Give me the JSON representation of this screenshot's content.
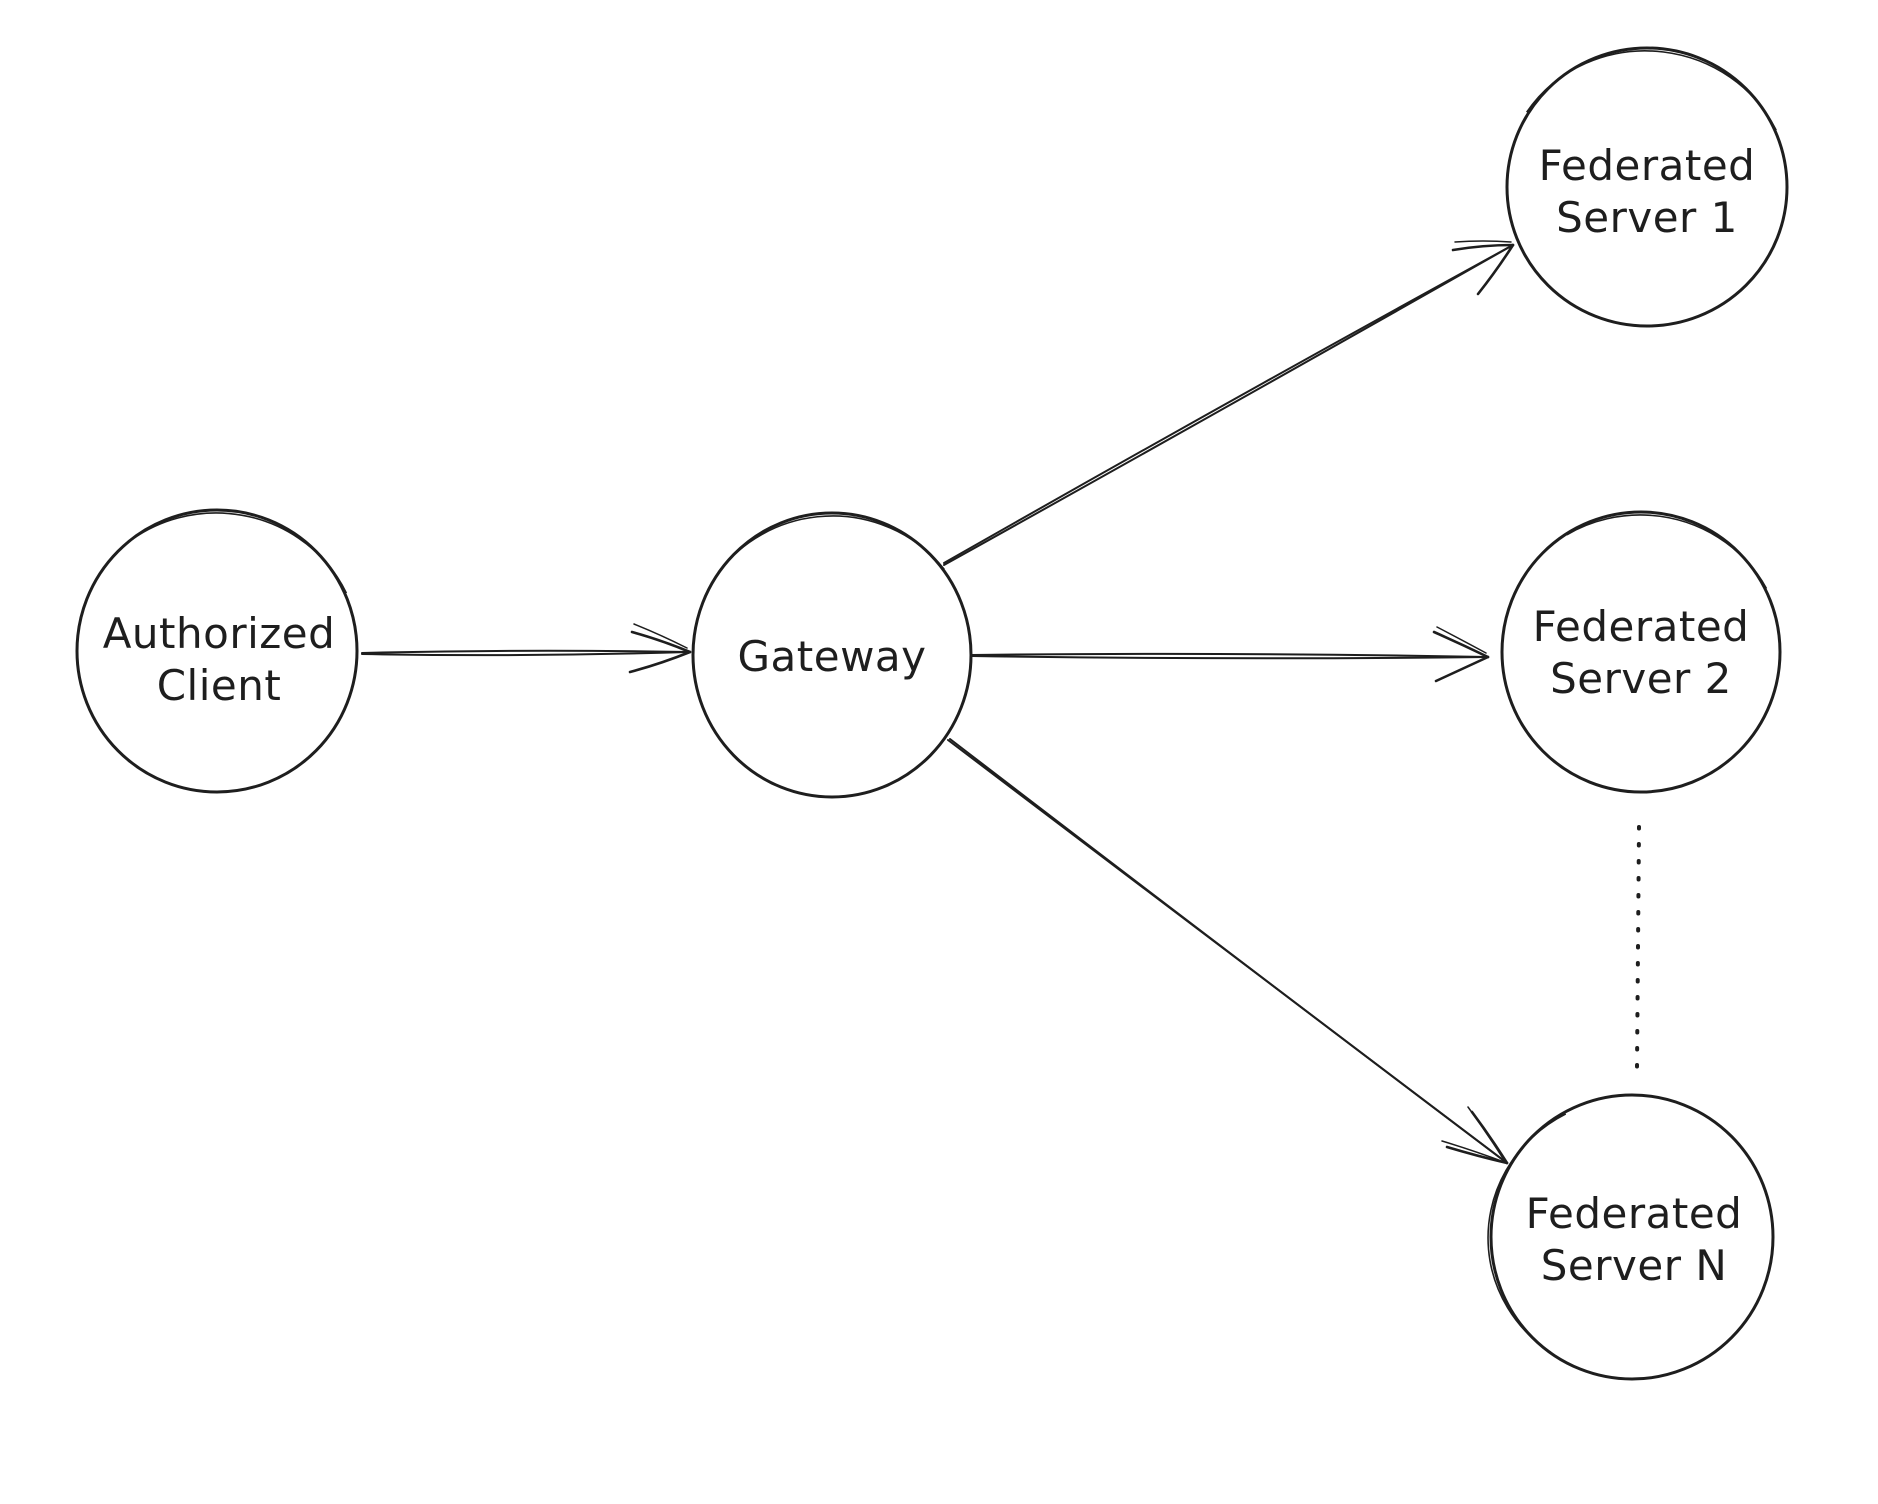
{
  "diagram": {
    "type": "flow-diagram",
    "style": "hand-drawn",
    "background_color": "#ffffff",
    "stroke_color": "#1e1e1e",
    "nodes": [
      {
        "id": "authorized-client",
        "shape": "circle",
        "label": "Authorized\nClient"
      },
      {
        "id": "gateway",
        "shape": "circle",
        "label": "Gateway"
      },
      {
        "id": "federated-server-1",
        "shape": "circle",
        "label": "Federated\nServer 1"
      },
      {
        "id": "federated-server-2",
        "shape": "circle",
        "label": "Federated\nServer 2"
      },
      {
        "id": "federated-server-n",
        "shape": "circle",
        "label": "Federated\nServer N"
      }
    ],
    "edges": [
      {
        "from": "authorized-client",
        "to": "gateway",
        "line": "solid",
        "arrowhead": "open"
      },
      {
        "from": "gateway",
        "to": "federated-server-1",
        "line": "solid",
        "arrowhead": "open"
      },
      {
        "from": "gateway",
        "to": "federated-server-2",
        "line": "solid",
        "arrowhead": "open"
      },
      {
        "from": "gateway",
        "to": "federated-server-n",
        "line": "solid",
        "arrowhead": "open"
      },
      {
        "from": "federated-server-2",
        "to": "federated-server-n",
        "line": "dotted",
        "arrowhead": "none",
        "meaning": "ellipsis-more-servers"
      }
    ]
  }
}
